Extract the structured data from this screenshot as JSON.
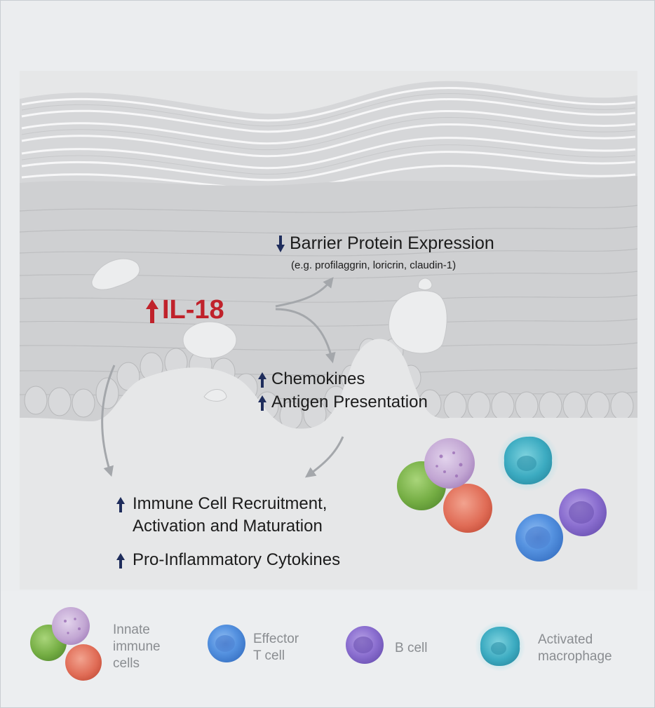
{
  "diagram": {
    "il18_label": "IL-18",
    "barrier": {
      "title": "Barrier Protein Expression",
      "examples": "(e.g. profilaggrin, loricrin, claudin-1)"
    },
    "chemokines": "Chemokines",
    "antigen": "Antigen Presentation",
    "recruitment_line1": "Immune Cell Recruitment,",
    "recruitment_line2": "Activation and Maturation",
    "cytokines": "Pro-Inflammatory Cytokines",
    "arrow_color_up": "#1f2d5c",
    "il18_color": "#c0222b"
  },
  "legend": {
    "innate": [
      "Innate",
      "immune",
      "cells"
    ],
    "effector": [
      "Effector",
      "T cell"
    ],
    "bcell": "B cell",
    "macrophage": [
      "Activated",
      "macrophage"
    ]
  },
  "colors": {
    "innate_green": "#7bb347",
    "innate_purple": "#b89ac9",
    "innate_red": "#e0705c",
    "t_cell_blue": "#4f88d6",
    "b_cell_purple": "#8a6fc9",
    "macrophage_teal": "#3fb0c4"
  }
}
